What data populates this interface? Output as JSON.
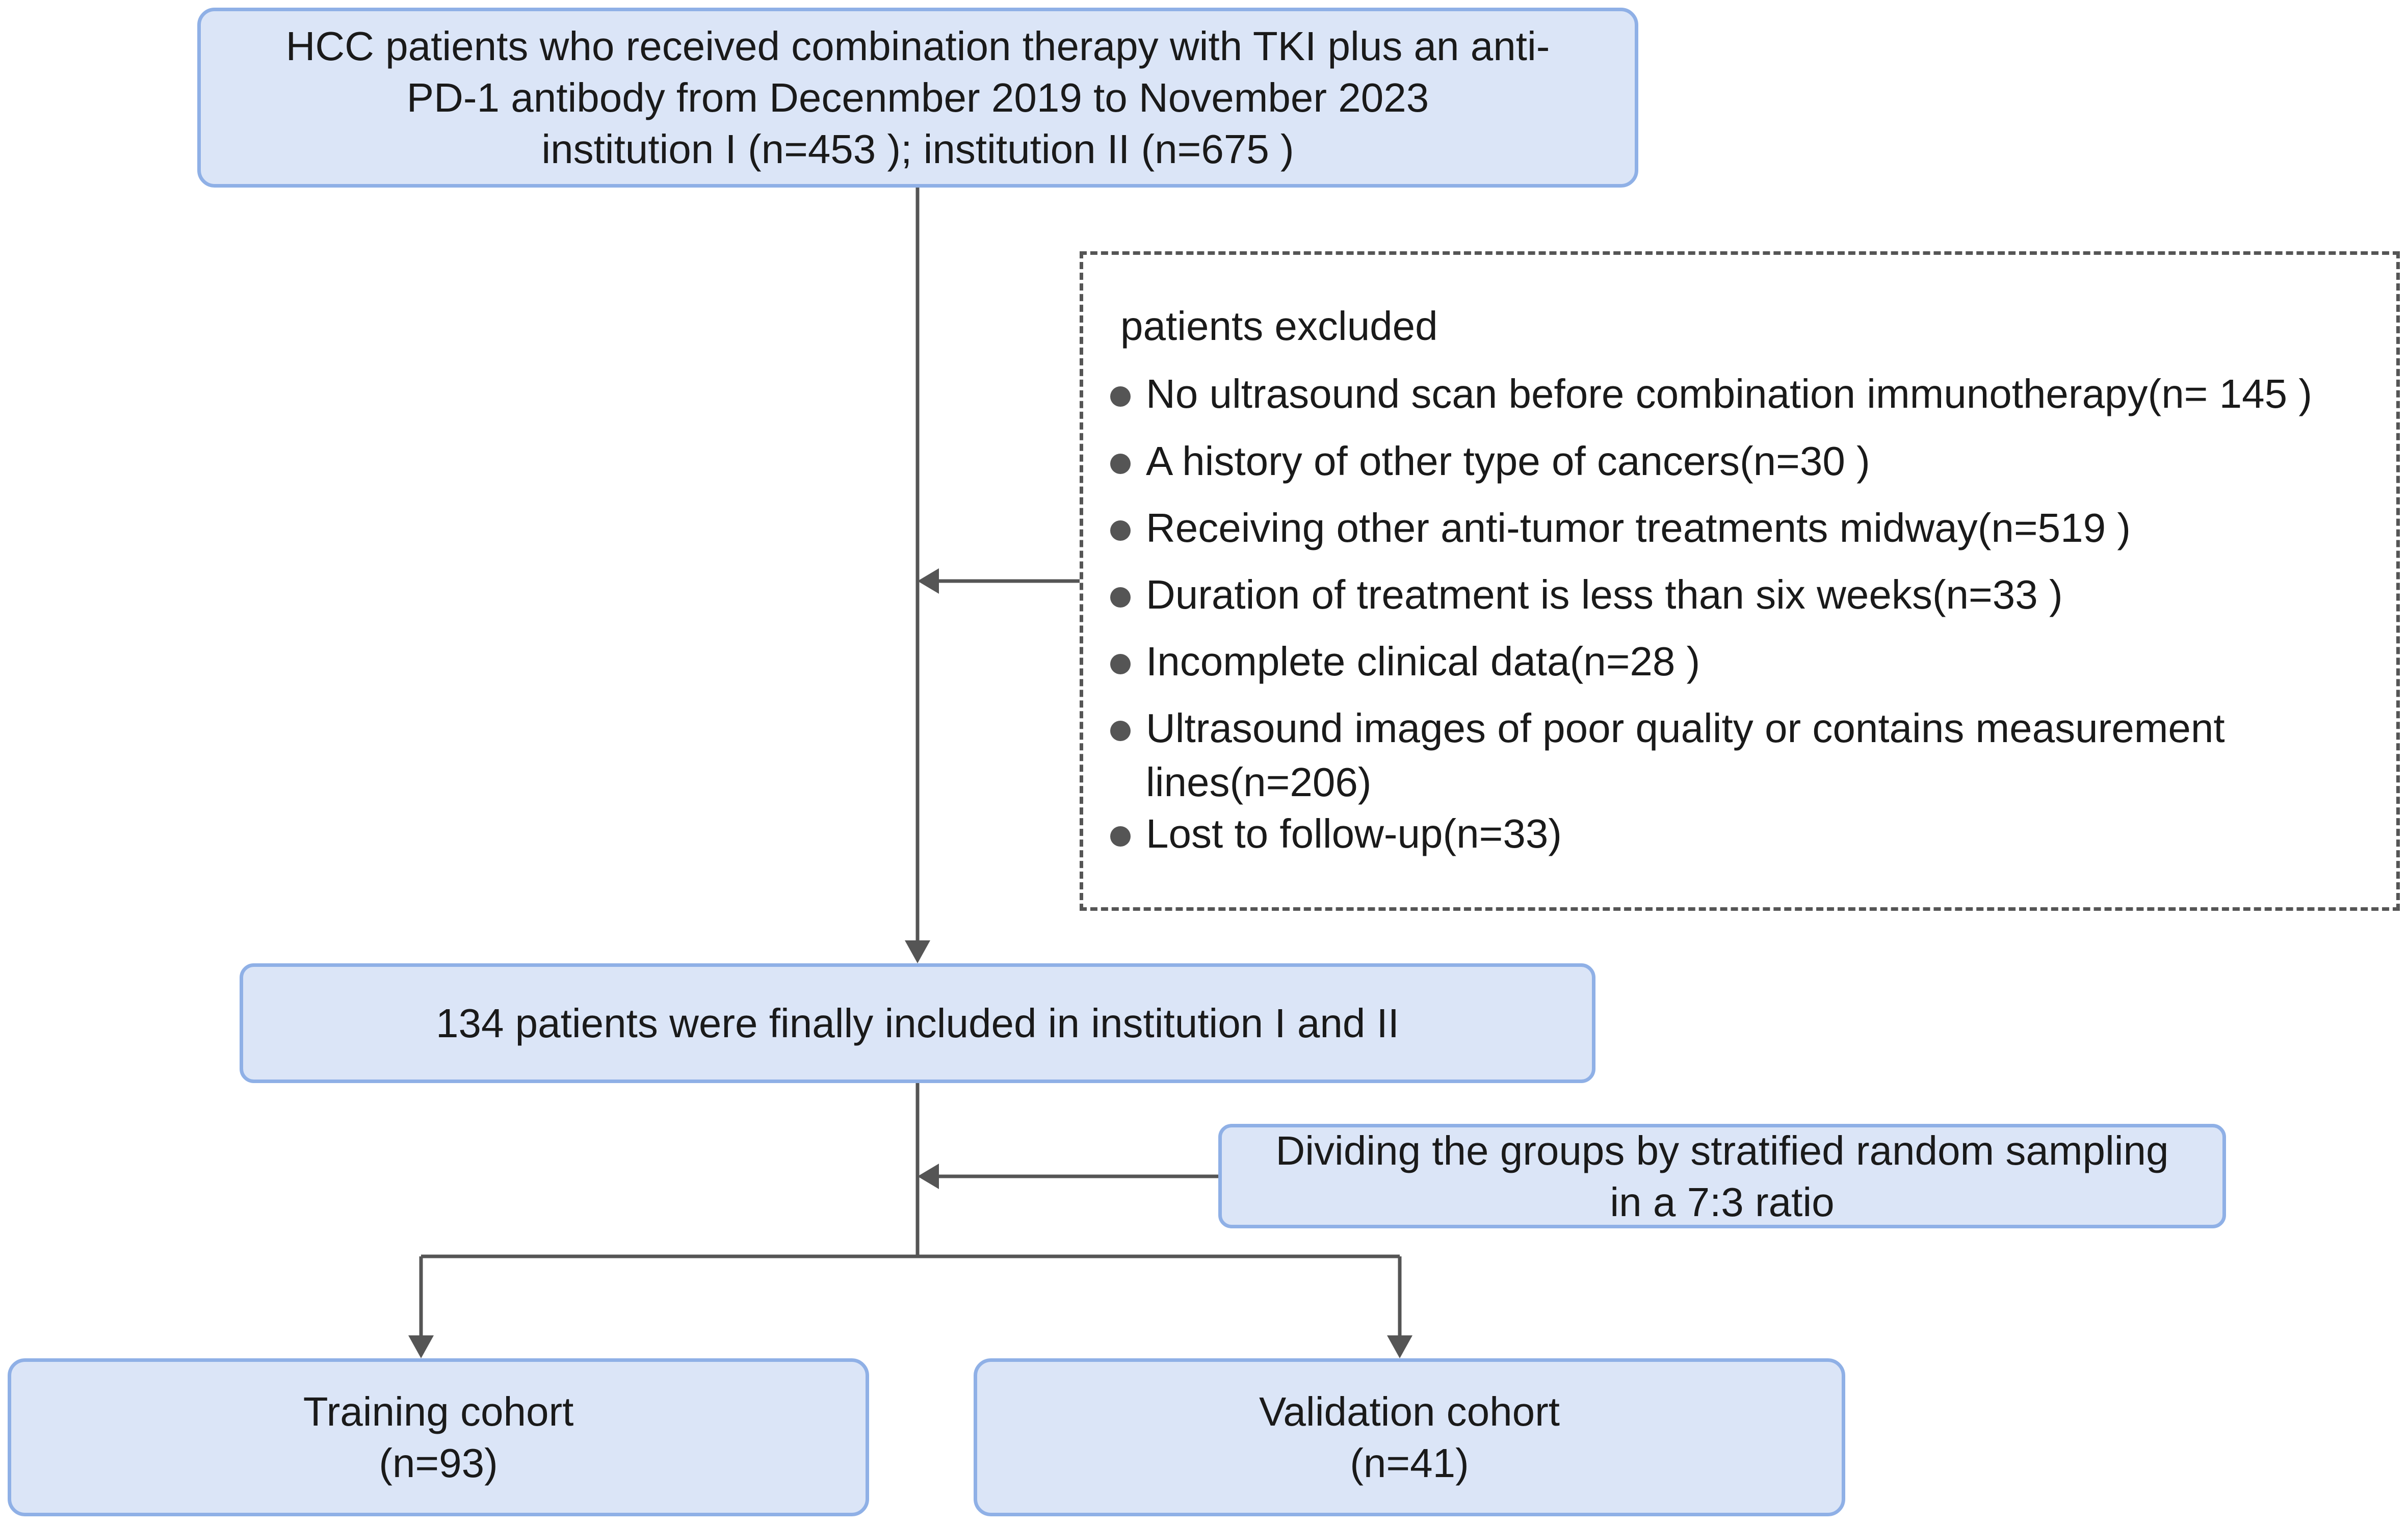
{
  "top_box": {
    "lines": [
      "HCC patients who received combination therapy with TKI plus an anti-",
      "PD-1 antibody from Decenmber 2019 to November 2023",
      "institution I (n=453 ); institution II (n=675 )"
    ]
  },
  "exclusion": {
    "title": "patients excluded",
    "items": [
      "No ultrasound scan before combination immunotherapy(n= 145 )",
      "A history of other type of cancers(n=30 )",
      "Receiving other anti-tumor treatments midway(n=519 )",
      "Duration of treatment is less than six weeks(n=33 )",
      "Incomplete clinical data(n=28 )",
      "Ultrasound images of poor quality or contains measurement",
      "lines(n=206)",
      "Lost to follow-up(n=33)"
    ]
  },
  "included_box": {
    "text": "134 patients were finally included in institution I and II"
  },
  "split_box": {
    "lines": [
      "Dividing the groups by stratified random sampling",
      "in a 7:3 ratio"
    ]
  },
  "training_box": {
    "lines": [
      "Training cohort",
      "(n=93)"
    ]
  },
  "validation_box": {
    "lines": [
      "Validation cohort",
      "(n=41)"
    ]
  }
}
